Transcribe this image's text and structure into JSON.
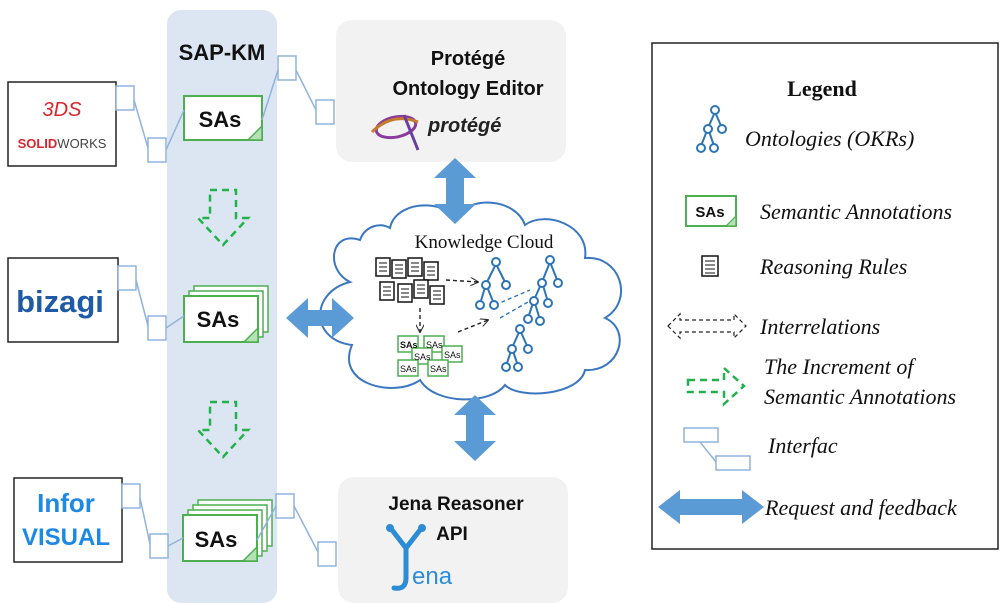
{
  "central": {
    "title": "SAP-KM"
  },
  "sa_label": "SAs",
  "apps": {
    "solidworks": {
      "logo_mark": "3DS",
      "name_red": "SOLID",
      "name_dark": "WORKS"
    },
    "bizagi": {
      "name": "bizagi"
    },
    "infor": {
      "line1": "Infor",
      "line2": "VISUAL"
    }
  },
  "protege": {
    "line1": "Protégé",
    "line2": "Ontology Editor",
    "logo_text": "protégé"
  },
  "jena": {
    "line1": "Jena Reasoner",
    "line2": "API",
    "logo_text": "ena"
  },
  "cloud": {
    "title": "Knowledge Cloud",
    "mini_sa": "SAs"
  },
  "legend": {
    "title": "Legend",
    "items": {
      "ontologies": "Ontologies (OKRs)",
      "semantic_annotations": "Semantic Annotations",
      "reasoning_rules": "Reasoning Rules",
      "interrelations": "Interrelations",
      "increment_line1": "The Increment of",
      "increment_line2": "Semantic Annotations",
      "interface": "Interfac",
      "request": "Request and feedback"
    }
  },
  "colors": {
    "column_fill": "#dce6f2",
    "arrow_blue": "#5b9bd5",
    "sa_green": "#4caf50",
    "increment_green": "#22b14c",
    "tree_blue": "#2e75b6",
    "box_gray": "#f2f2f2",
    "solidworks_red": "#d7262d",
    "bizagi_blue": "#1f5aa6",
    "infor_blue": "#1e88e5"
  }
}
